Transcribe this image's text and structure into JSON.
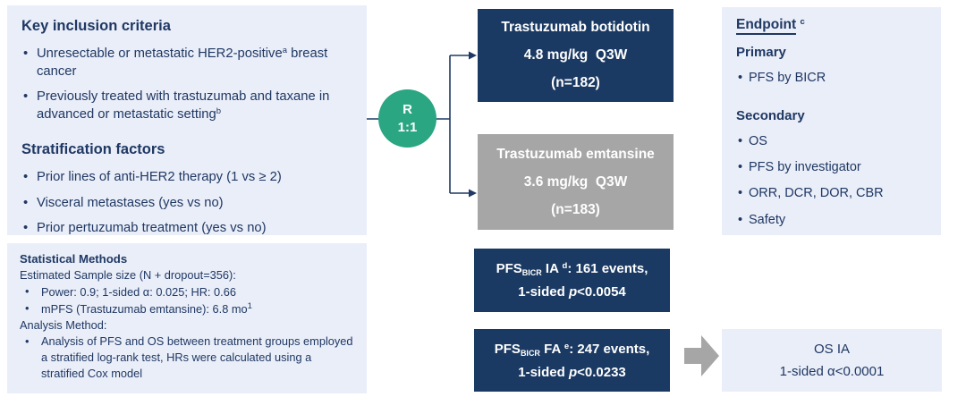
{
  "colors": {
    "panel_bg": "#eaeef8",
    "navy": "#1b3a63",
    "gray": "#a6a6a6",
    "green": "#2aa682",
    "text_navy": "#1f3864"
  },
  "inclusion": {
    "title": "Key inclusion criteria",
    "bullets": [
      {
        "pre": "Unresectable or metastatic HER2-positive",
        "sup": "a",
        "post": " breast cancer"
      },
      {
        "pre": "Previously treated with trastuzumab and taxane in advanced or metastatic setting",
        "sup": "b",
        "post": ""
      }
    ],
    "strat_title": "Stratification factors",
    "strat_bullets": [
      "Prior lines of anti-HER2 therapy (1 vs ≥ 2)",
      "Visceral metastases (yes vs no)",
      "Prior pertuzumab treatment (yes vs no)"
    ]
  },
  "stats": {
    "title": "Statistical Methods",
    "sample_line": "Estimated Sample size (N + dropout=356):",
    "sample_bullets": [
      {
        "pre": "Power: 0.9; 1-sided α: 0.025; HR: 0.66",
        "sup": ""
      },
      {
        "pre": "mPFS (Trastuzumab emtansine): 6.8 mo",
        "sup": "1"
      }
    ],
    "method_line": "Analysis Method:",
    "method_bullets": [
      "Analysis of PFS and OS between treatment groups employed a stratified log-rank test, HRs were calculated using a stratified Cox model"
    ]
  },
  "randomization": {
    "letter": "R",
    "ratio": "1:1"
  },
  "arms": [
    {
      "name": "Trastuzumab botidotin",
      "dose": "4.8 mg/kg  Q3W",
      "n": "(n=182)"
    },
    {
      "name": "Trastuzumab emtansine",
      "dose": "3.6 mg/kg  Q3W",
      "n": "(n=183)"
    }
  ],
  "pfs_ia": {
    "prefix": "PFS",
    "sub": "BICR",
    "mid": " IA ",
    "sup": "d",
    "rest": ": 161 events,",
    "line2_pre": "1-sided ",
    "p": "p",
    "line2_post": "<0.0054"
  },
  "pfs_fa": {
    "prefix": "PFS",
    "sub": "BICR",
    "mid": " FA ",
    "sup": "e",
    "rest": ": 247 events,",
    "line2_pre": "1-sided ",
    "p": "p",
    "line2_post": "<0.0233"
  },
  "endpoint": {
    "title": "Endpoint",
    "title_sup": "c",
    "primary_label": "Primary",
    "primary_bullets": [
      "PFS by BICR"
    ],
    "secondary_label": "Secondary",
    "secondary_bullets": [
      "OS",
      "PFS by investigator",
      "ORR, DCR, DOR, CBR",
      "Safety"
    ]
  },
  "os_ia": {
    "line1": "OS IA",
    "line2": "1-sided α<0.0001"
  }
}
